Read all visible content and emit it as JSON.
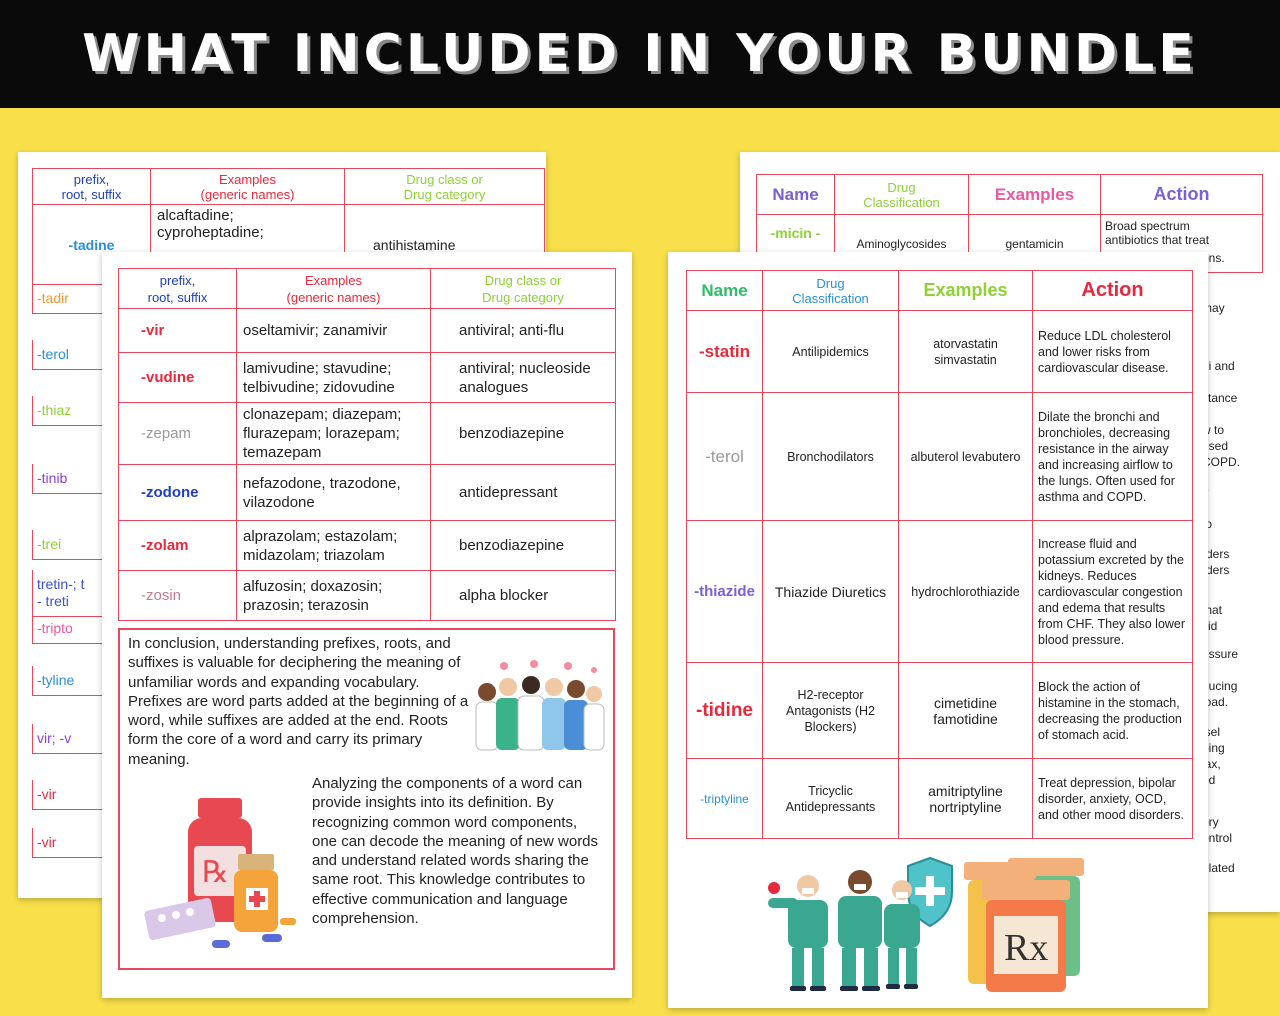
{
  "banner": {
    "title": "WHAT INCLUDED IN YOUR BUNDLE"
  },
  "back_left": {
    "headers": [
      "prefix,\nroot, suffix",
      "Examples\n(generic names)",
      "Drug class or\nDrug category"
    ],
    "first_row": {
      "name": "-tadine",
      "examples": "alcaftadine;\ncyproheptadine;",
      "class": "antihistamine"
    },
    "stubs": [
      "-tadir",
      "-terol",
      "-thiaz",
      "-tinib",
      "-trei",
      "tretin-; t\n- treti",
      "-tripto",
      "-tyline",
      "vir; -v",
      "-vir",
      "-vir"
    ]
  },
  "back_right": {
    "headers": [
      "Name",
      "Drug\nClassification",
      "Examples",
      "Action"
    ],
    "first_row": {
      "name": "-micin -",
      "classification": "Aminoglycosides",
      "examples": "gentamicin",
      "action": "Broad spectrum\nantibiotics that treat"
    },
    "snippets": [
      "ons.",
      "may",
      "hi and",
      "stance\nd\nw to\nused\nCOPD.",
      "e",
      "to",
      "rders\nrders",
      "that\ncid",
      "essure\nd\nducing\nload.",
      "isel\nping\nlax,\nod",
      "ory\nontrol",
      "elated"
    ]
  },
  "front_left": {
    "headers": [
      "prefix,\nroot, suffix",
      "Examples\n(generic names)",
      "Drug class or\nDrug category"
    ],
    "rows": [
      {
        "name": "-vir",
        "examples": "oseltamivir; zanamivir",
        "class": "antiviral; anti-flu"
      },
      {
        "name": "-vudine",
        "examples": "lamivudine; stavudine;\ntelbivudine; zidovudine",
        "class": "antiviral; nucleoside\nanalogues"
      },
      {
        "name": "-zepam",
        "examples": "clonazepam; diazepam;\nflurazepam; lorazepam;\ntemazepam",
        "class": "benzodiazepine"
      },
      {
        "name": "-zodone",
        "examples": "nefazodone, trazodone,\nvilazodone",
        "class": "antidepressant"
      },
      {
        "name": "-zolam",
        "examples": "alprazolam; estazolam;\nmidazolam; triazolam",
        "class": "benzodiazepine"
      },
      {
        "name": "-zosin",
        "examples": "alfuzosin; doxazosin;\nprazosin; terazosin",
        "class": "alpha blocker"
      }
    ],
    "paragraph1": "In conclusion, understanding prefixes, roots, and suffixes is valuable for deciphering the meaning of\nunfamiliar words and expanding vocabulary.\n Prefixes are word parts added at the beginning of a word, while suffixes are added at the end. Roots form the core of a word and carry its primary meaning.",
    "paragraph2": "Analyzing the components of a word can provide insights into its definition. By recognizing common word components, one can decode the meaning of new words and understand related words sharing the same root. This knowledge contributes to effective communication and language comprehension."
  },
  "front_right": {
    "headers": [
      "Name",
      "Drug\nClassification",
      "Examples",
      "Action"
    ],
    "rows": [
      {
        "name": "-statin",
        "classification": "Antilipidemics",
        "examples": "atorvastatin\nsimvastatin",
        "action": "Reduce LDL cholesterol and lower risks from cardiovascular disease."
      },
      {
        "name": "-terol",
        "classification": "Bronchodilators",
        "examples": "albuterol levabutero",
        "action": "Dilate the bronchi and bronchioles, decreasing resistance in the airway and increasing airflow to the lungs. Often used for asthma and COPD."
      },
      {
        "name": "-thiazide",
        "classification": "Thiazide Diuretics",
        "examples": "hydrochlorothiazide",
        "action": "Increase fluid and potassium excreted by the kidneys. Reduces cardiovascular congestion and edema that results from CHF. They also lower blood pressure."
      },
      {
        "name": "-tidine",
        "classification": "H2-receptor Antagonists (H2 Blockers)",
        "examples": "cimetidine\nfamotidine",
        "action": "Block the action of histamine in the stomach, decreasing the production of stomach acid."
      },
      {
        "name": "-triptyline",
        "classification": "Tricyclic\nAntidepressants",
        "examples": "amitriptyline\nnortriptyline",
        "action": "Treat depression, bipolar disorder, anxiety, OCD, and other mood disorders."
      }
    ],
    "bottle_label": "Rx"
  },
  "colors": {
    "background": "#f9e04a",
    "banner": "#0a0a0a",
    "table_border": "#e8485b"
  }
}
